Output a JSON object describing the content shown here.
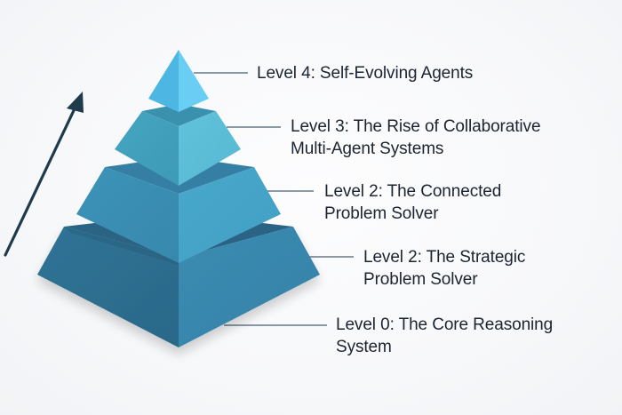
{
  "diagram": {
    "type": "pyramid",
    "direction_arrow": "up",
    "colors": {
      "background": "#f8f9fa",
      "text": "#1b2430",
      "connector": "#4a5f72",
      "arrow": "#1f3a4b",
      "tier4_left": "#4fb8e3",
      "tier4_right": "#6acdf3",
      "tier3_left": "#3f9db8",
      "tier3_right": "#5bbcd6",
      "tier2_left": "#3a8fb3",
      "tier2_right": "#46a5c8",
      "tier1_left": "#2e6e8e",
      "tier1_right": "#3a89af"
    },
    "levels": [
      {
        "id": "level-4",
        "lines": [
          "Level 4: Self-Evolving Agents"
        ]
      },
      {
        "id": "level-3",
        "lines": [
          "Level 3:  The Rise of Collaborative",
          "Multi-Agent Systems"
        ]
      },
      {
        "id": "level-2-connected",
        "lines": [
          "Level 2: The Connected",
          "Problem Solver"
        ]
      },
      {
        "id": "level-2-strategic",
        "lines": [
          "Level 2: The Strategic",
          "Problem Solver"
        ]
      },
      {
        "id": "level-0",
        "lines": [
          "Level 0: The Core Reasoning",
          "System"
        ]
      }
    ]
  }
}
